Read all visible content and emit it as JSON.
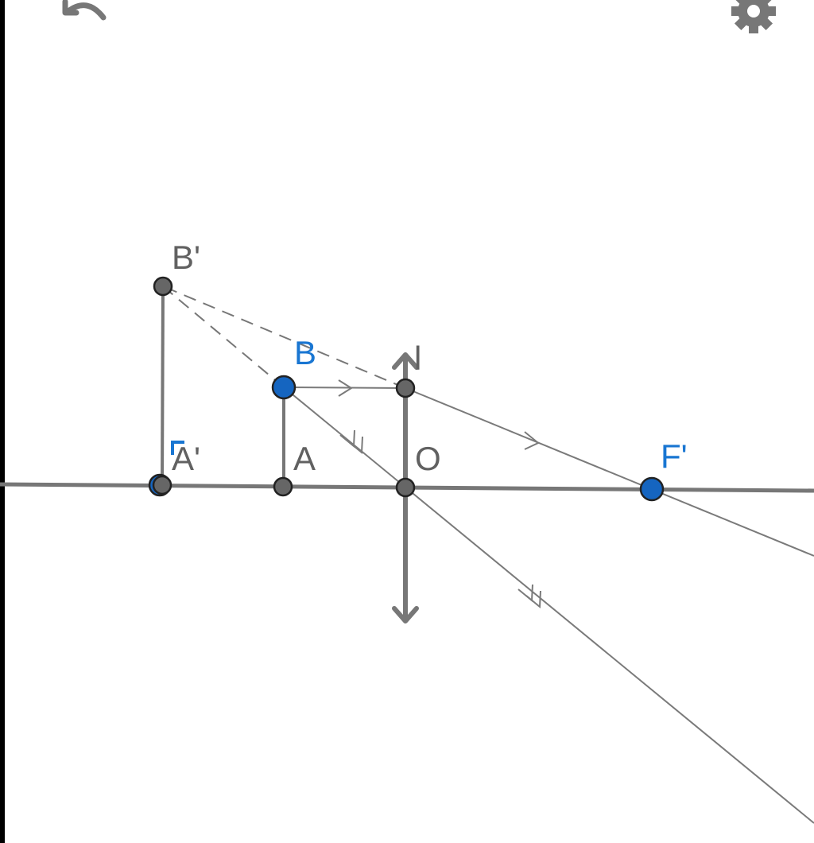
{
  "toolbar": {
    "undo_icon": "undo-icon",
    "settings_icon": "gear-icon"
  },
  "colors": {
    "line": "#777777",
    "dark_point": "#666666",
    "blue_point": "#1565C0",
    "label_gray": "#616161",
    "label_blue": "#1976D2"
  },
  "labels": {
    "b_prime": "B'",
    "b": "B",
    "lens": "l",
    "a_prime": "A'",
    "a": "A",
    "o": "O",
    "f_prime": "F'"
  }
}
